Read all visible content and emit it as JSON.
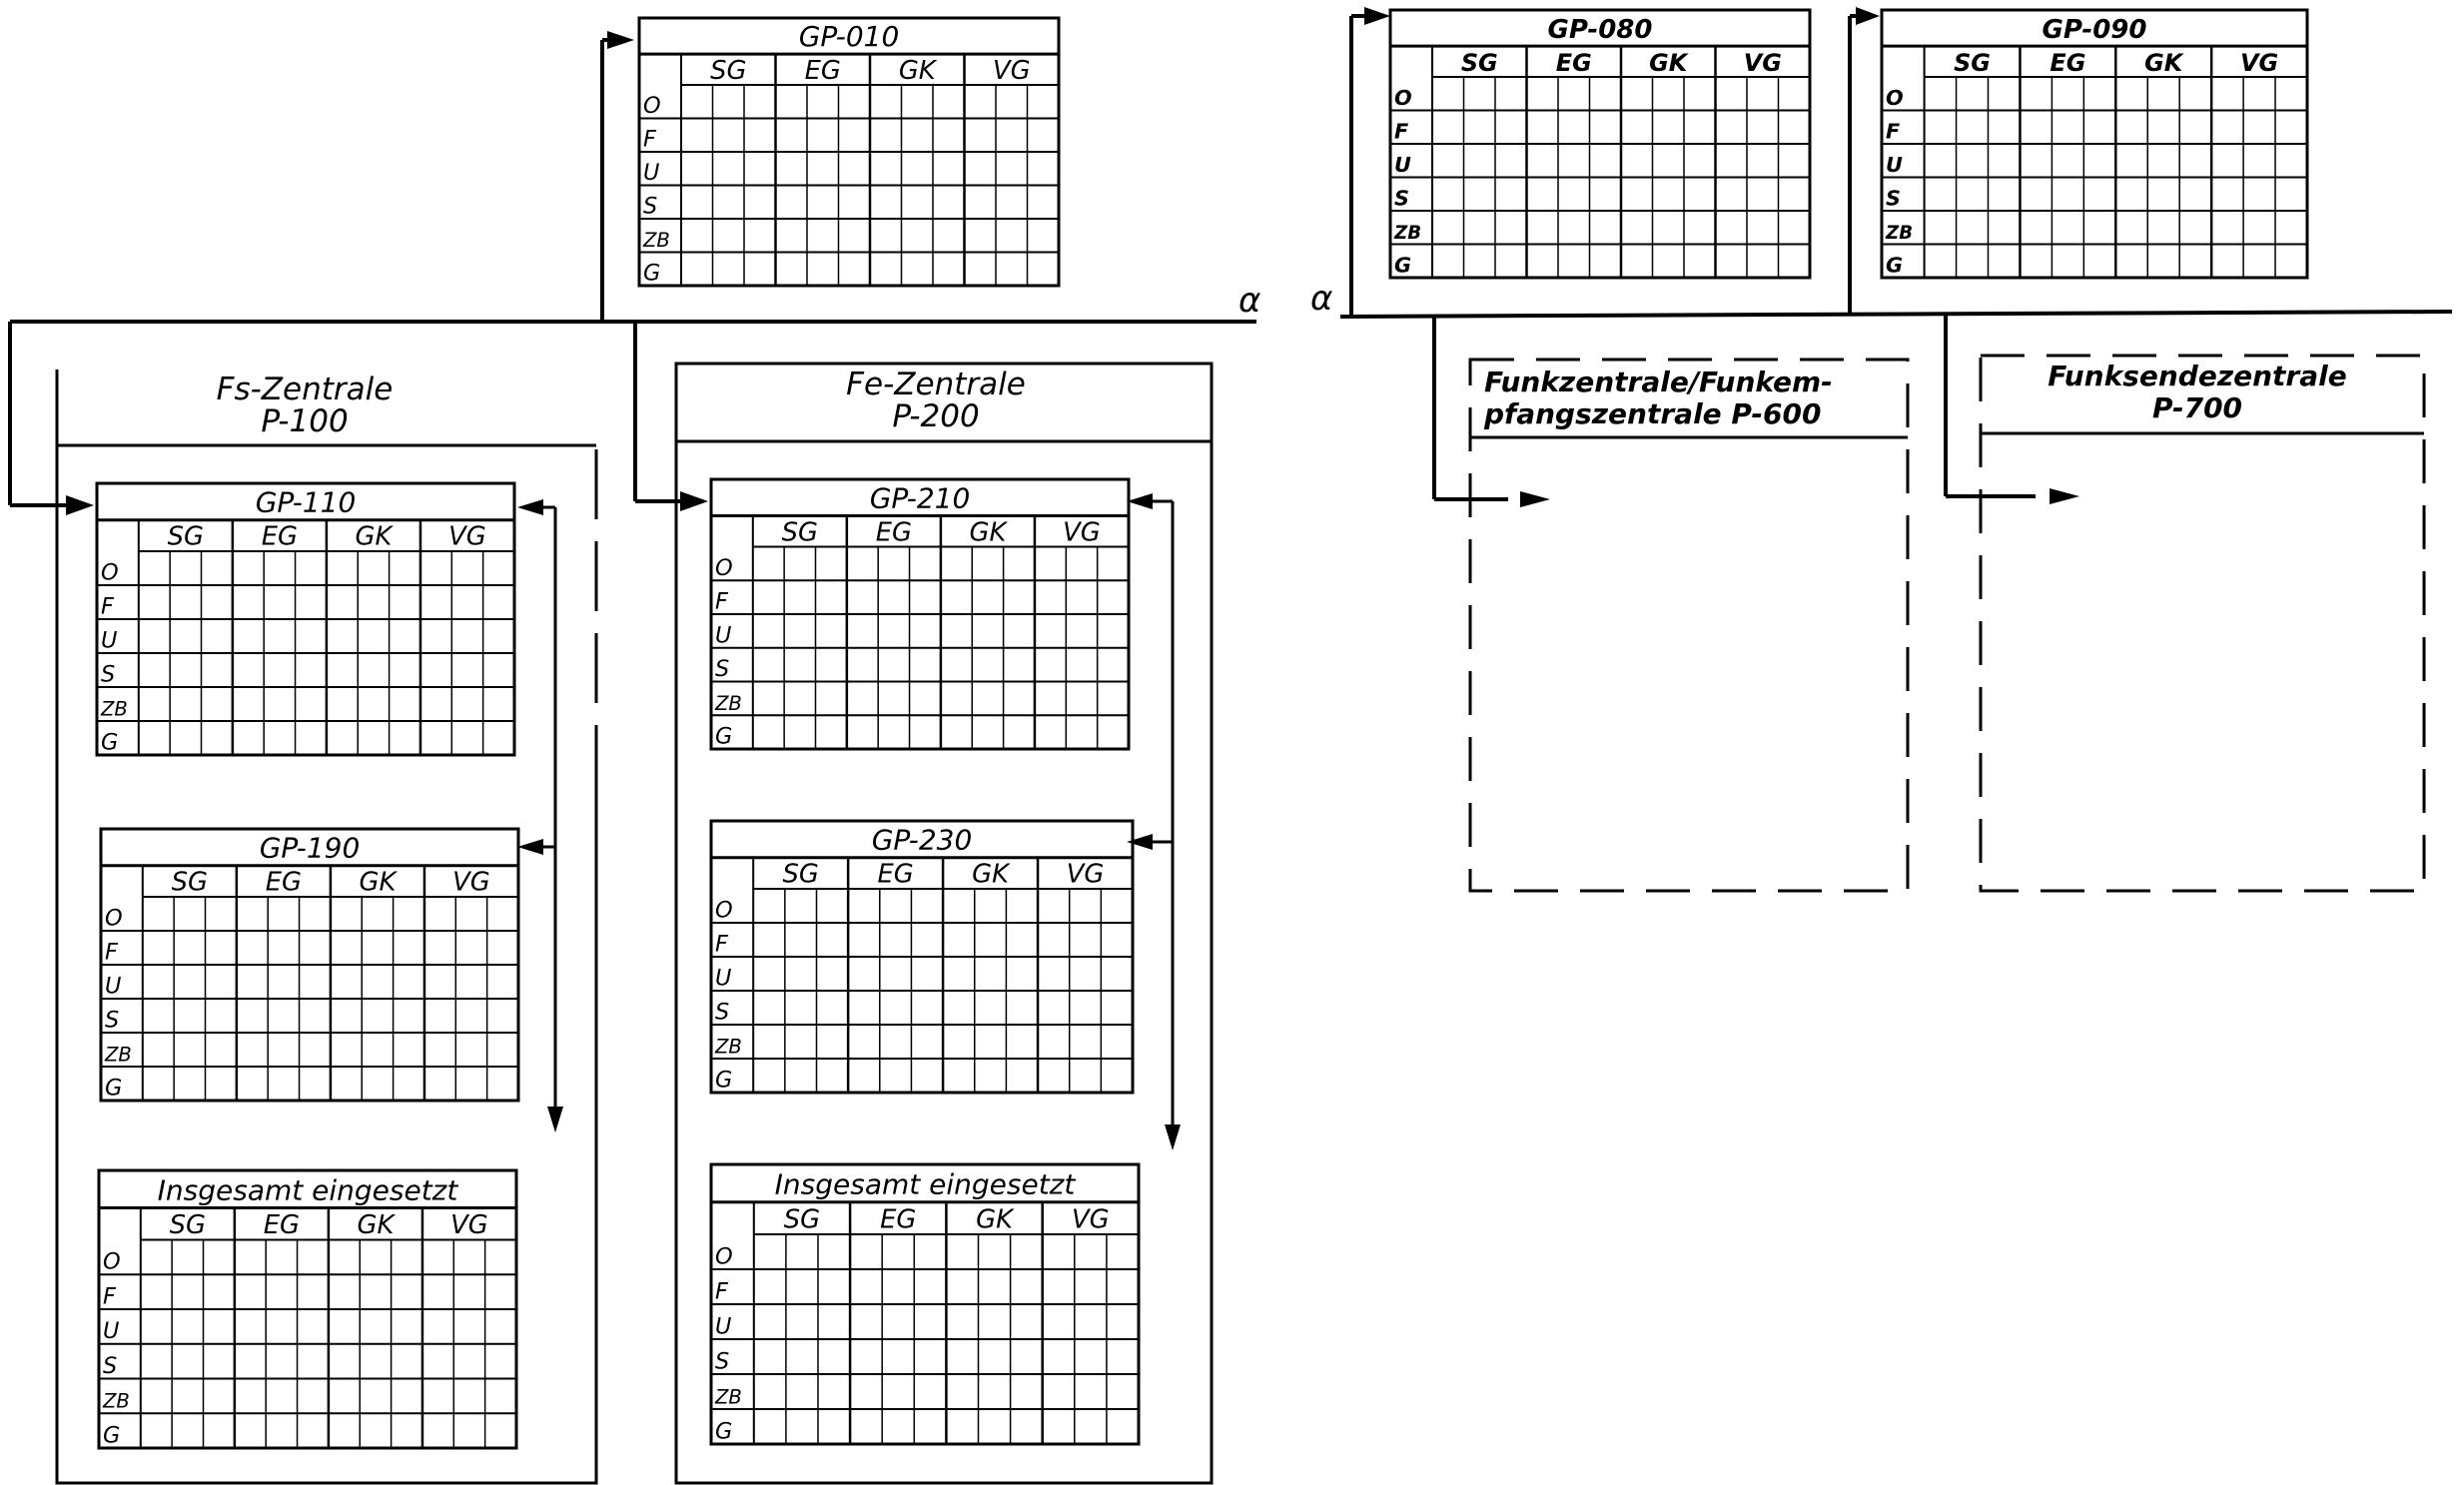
{
  "connector_label": "α",
  "row_labels": [
    "O",
    "F",
    "U",
    "S",
    "ZB",
    "G"
  ],
  "col_groups": [
    "SG",
    "EG",
    "GK",
    "VG"
  ],
  "tables": {
    "gp010": {
      "title": "GP-010"
    },
    "gp080": {
      "title": "GP-080"
    },
    "gp090": {
      "title": "GP-090"
    },
    "gp110": {
      "title": "GP-110"
    },
    "gp190": {
      "title": "GP-190"
    },
    "gp210": {
      "title": "GP-210"
    },
    "gp230": {
      "title": "GP-230"
    },
    "sum1": {
      "title": "Insgesamt eingesetzt"
    },
    "sum2": {
      "title": "Insgesamt eingesetzt"
    }
  },
  "centrals": {
    "fs": {
      "line1": "Fs-Zentrale",
      "line2": "P-100"
    },
    "fe": {
      "line1": "Fe-Zentrale",
      "line2": "P-200"
    },
    "p600": {
      "line1": "Funkzentrale/Funkem-",
      "line2": "pfangszentrale  P-600"
    },
    "p700": {
      "line1": "Funksendezentrale",
      "line2": "P-700"
    }
  }
}
